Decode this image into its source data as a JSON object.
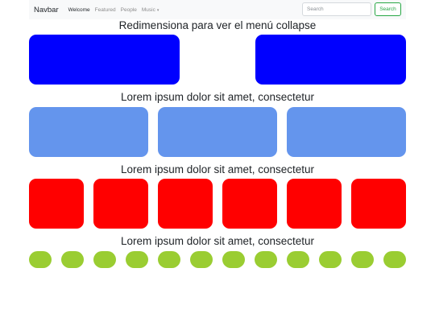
{
  "navbar": {
    "brand": "Navbar",
    "links": [
      {
        "label": "Welcome",
        "active": true
      },
      {
        "label": "Featured",
        "active": false
      },
      {
        "label": "People",
        "active": false
      },
      {
        "label": "Music",
        "active": false,
        "dropdown": true
      }
    ],
    "dropdown_caret": "▾",
    "search": {
      "placeholder": "Search",
      "button_label": "Search"
    }
  },
  "headings": [
    "Redimensiona para ver el menú collapse",
    "Lorem ipsum dolor sit amet, consectetur",
    "Lorem ipsum dolor sit amet, consectetur",
    "Lorem ipsum dolor sit amet, consectetur"
  ],
  "colors": {
    "row1": "#0000ff",
    "row2": "#6495ed",
    "row3": "#ff0000",
    "row4": "#9acd32",
    "search_button": "#28a745"
  }
}
